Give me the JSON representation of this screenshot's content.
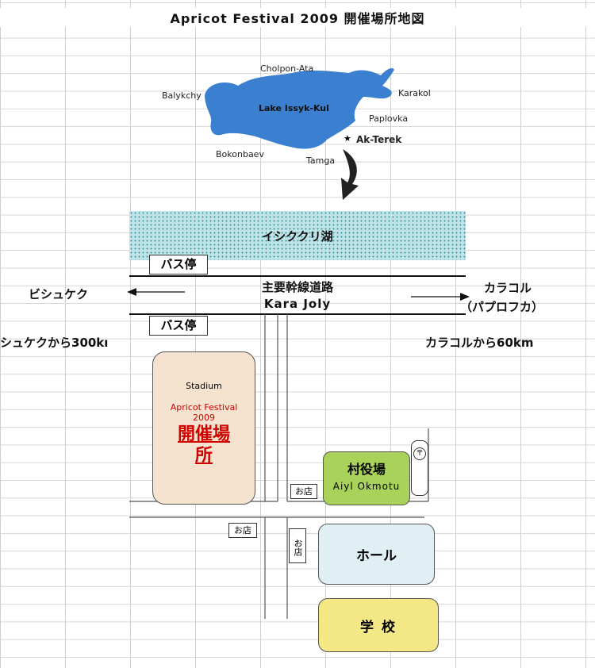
{
  "title": "Apricot Festival 2009 開催場所地図",
  "map": {
    "lake_name": "Lake Issyk-Kul",
    "towns": {
      "cholpon_ata": "Cholpon-Ata",
      "balykchy": "Balykchy",
      "karakol": "Karakol",
      "paplovka": "Paplovka",
      "ak_terek": "Ak-Terek",
      "bokonbaev": "Bokonbaev",
      "tamga": "Tamga"
    },
    "star_symbol": "★"
  },
  "lake_label": "イシククリ湖",
  "bus_stop_top": "バス停",
  "bus_stop_bottom": "バス停",
  "road": {
    "name_jp": "主要幹線道路",
    "name_en": "Kara Joly"
  },
  "left_dir": {
    "city": "ビシュケク",
    "distance": "シュケクから300kı"
  },
  "right_dir": {
    "city": "カラコル",
    "sub": "（パプロフカ）",
    "distance": "カラコルから60km"
  },
  "stadium": {
    "label": "Stadium",
    "event": "Apricot Festival",
    "year": "2009",
    "venue_line1": "開催場",
    "venue_line2": "所"
  },
  "village_office": {
    "jp": "村役場",
    "en": "Aiyl Okmotu"
  },
  "post_symbol": "〒",
  "shops": {
    "shop1": "お店",
    "shop2": "お店",
    "shop3": "お店"
  },
  "hall": "ホール",
  "school": "学 校",
  "colors": {
    "lake_blue": "#3b7fd0",
    "lake_strip": "#bfe4e8",
    "stadium_fill": "#f6e3cf",
    "venue_red": "#d00000",
    "village_green": "#a9d25a",
    "hall_fill": "#dfeff3",
    "school_fill": "#f4e786"
  }
}
